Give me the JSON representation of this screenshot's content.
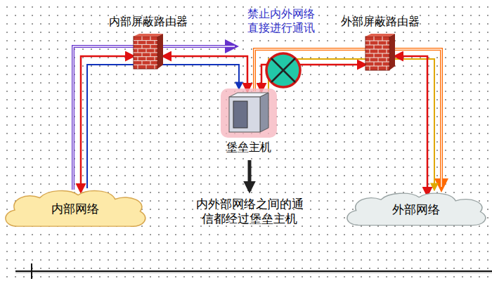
{
  "diagram": {
    "nodes": [
      {
        "text": [
          "内部屏蔽路由器"
        ]
      },
      {
        "text": [
          "外部屏蔽路由器"
        ]
      },
      {
        "text": [
          "堡垒主机"
        ]
      },
      {
        "text": [
          "内部网络"
        ]
      },
      {
        "text": [
          "外部网络"
        ]
      }
    ],
    "edges": [
      {
        "from": 3,
        "to": 0,
        "arrow": "both"
      },
      {
        "from": 0,
        "to": 2,
        "arrow": "both"
      },
      {
        "from": 2,
        "to": 1,
        "arrow": "both"
      },
      {
        "from": 1,
        "to": 4,
        "arrow": "both"
      }
    ],
    "labels": [
      "禁止内外网络 直接进行通讯",
      "内外部网络之间的通 信都经过堡垒主机"
    ]
  }
}
